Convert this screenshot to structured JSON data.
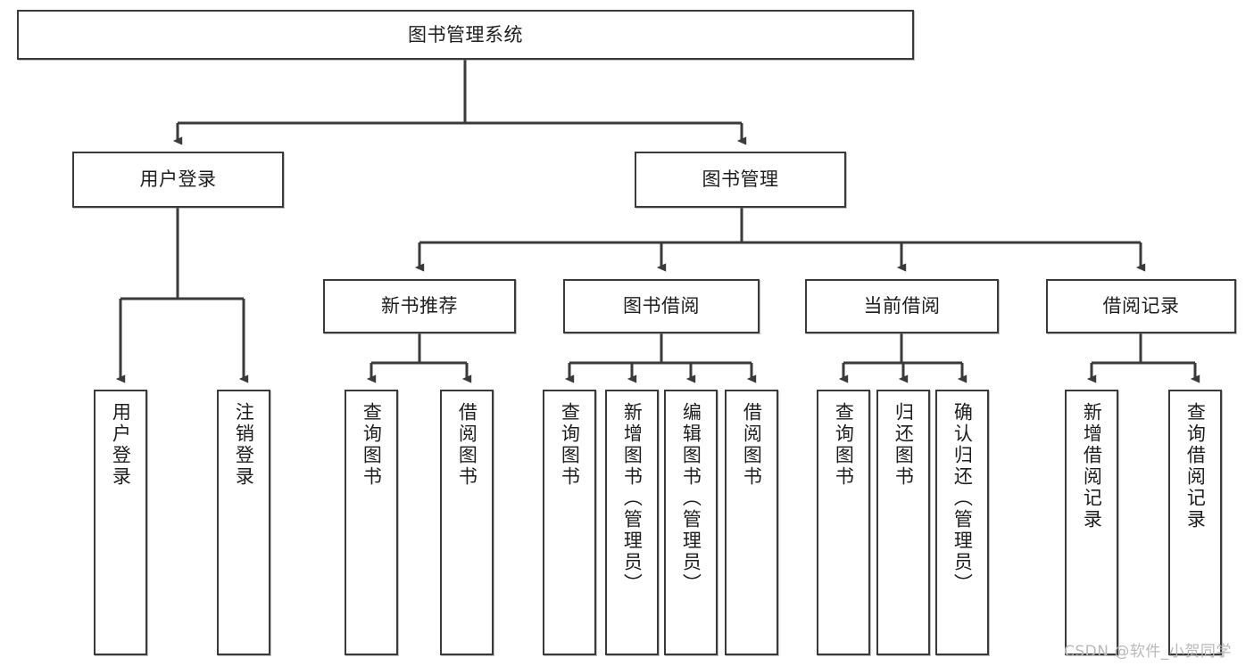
{
  "diagram": {
    "title_node": {
      "label": "图书管理系统"
    },
    "level2": [
      {
        "label": "用户登录"
      },
      {
        "label": "图书管理"
      }
    ],
    "level3": [
      {
        "label": "新书推荐"
      },
      {
        "label": "图书借阅"
      },
      {
        "label": "当前借阅"
      },
      {
        "label": "借阅记录"
      }
    ],
    "leaves": {
      "user_login": [
        {
          "label": "用户登录"
        },
        {
          "label": "注销登录"
        }
      ],
      "new_book_recommend": [
        {
          "label": "查询图书"
        },
        {
          "label": "借阅图书"
        }
      ],
      "book_borrow": [
        {
          "label": "查询图书"
        },
        {
          "label": "新增图书（管理员）"
        },
        {
          "label": "编辑图书（管理员）"
        },
        {
          "label": "借阅图书"
        }
      ],
      "current_borrow": [
        {
          "label": "查询图书"
        },
        {
          "label": "归还图书"
        },
        {
          "label": "确认归还（管理员）"
        }
      ],
      "borrow_record": [
        {
          "label": "新增借阅记录"
        },
        {
          "label": "查询借阅记录"
        }
      ]
    }
  },
  "watermark": {
    "text": "CSDN @软件_小贺同学"
  },
  "colors": {
    "border": "#3a3a3a",
    "text": "#1d1d1d",
    "background": "#ffffff",
    "watermark": "#b9b9b9"
  }
}
